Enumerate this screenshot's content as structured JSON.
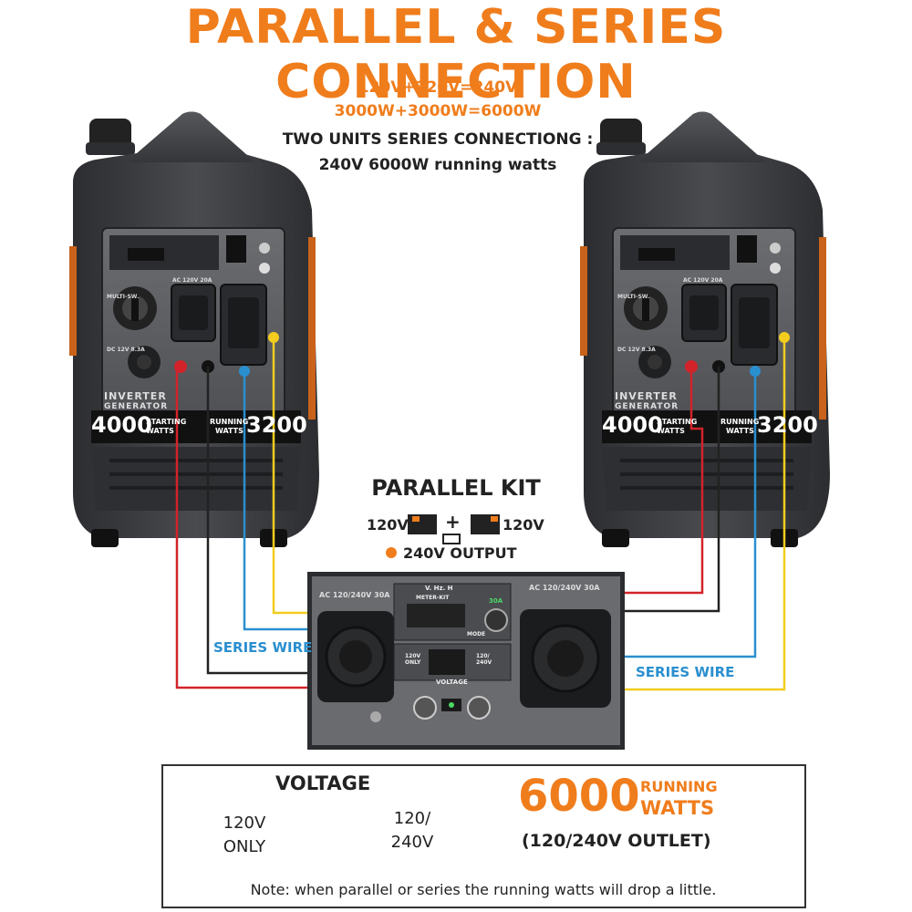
{
  "title": "PARALLEL & SERIES CONNECTION",
  "summary": {
    "line1": "120V+120V=240V",
    "line2": "3000W+3000W=6000W",
    "line3": "TWO UNITS SERIES  CONNECTIONG :",
    "line4": "240V 6000W running watts"
  },
  "generator": {
    "label_inverter": "INVERTER",
    "label_generator": "GENERATOR",
    "starting_watts": "4000",
    "starting_label_1": "STARTING",
    "starting_label_2": "WATTS",
    "running_label_1": "RUNNING",
    "running_label_2": "WATTS",
    "running_watts": "3200",
    "multi_sw": "MULTI-SW.",
    "ac_outlet": "AC 120V 20A",
    "dc_outlet": "DC 12V 8.3A"
  },
  "kit": {
    "title": "PARALLEL KIT",
    "left_v": "120V",
    "right_v": "120V",
    "plus": "+",
    "output": "240V OUTPUT",
    "panel_left": "AC 120/240V 30A",
    "panel_right": "AC 120/240V 30A",
    "meter_title": "V. Hz. H",
    "meter_kit": "METER-KIT",
    "meter_mode": "MODE",
    "breaker": "30A",
    "switch_left": "120V ONLY",
    "switch_right": "120/ 240V",
    "voltage": "VOLTAGE",
    "led": "30A"
  },
  "wires": {
    "series_left": "SERIES WIRE",
    "series_right": "SERIES WIRE",
    "colors": {
      "red": "#d2232a",
      "black": "#222222",
      "blue": "#2a8fcf",
      "yellow": "#f2cd1e"
    }
  },
  "note_box": {
    "voltage_heading": "VOLTAGE",
    "left_1": "120V",
    "left_2": "ONLY",
    "right_1": "120/",
    "right_2": "240V",
    "big_number": "6000",
    "running": "RUNNING",
    "watts": "WATTS",
    "outlet": "(120/240V OUTLET)",
    "note": "Note: when parallel or series the running watts will drop a little."
  },
  "colors": {
    "accent": "#f07d1c",
    "body": "#3a3b3e",
    "panel": "#5a5c60"
  }
}
